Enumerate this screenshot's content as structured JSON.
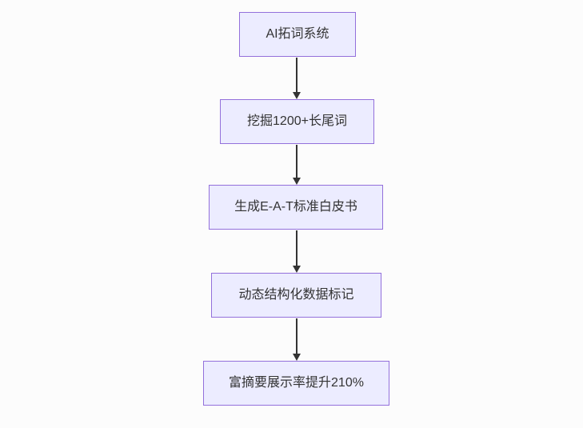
{
  "flowchart": {
    "type": "flowchart",
    "direction": "top-down",
    "nodes": [
      {
        "label": "AI拓词系统"
      },
      {
        "label": "挖掘1200+长尾词"
      },
      {
        "label": "生成E-A-T标准白皮书"
      },
      {
        "label": "动态结构化数据标记"
      },
      {
        "label": "富摘要展示率提升210%"
      }
    ],
    "edges": [
      {
        "from": 0,
        "to": 1,
        "style": "arrow"
      },
      {
        "from": 1,
        "to": 2,
        "style": "arrow"
      },
      {
        "from": 2,
        "to": 3,
        "style": "arrow"
      },
      {
        "from": 3,
        "to": 4,
        "style": "arrow"
      }
    ],
    "colors": {
      "node_fill": "#ECECFF",
      "node_border": "#9370DB",
      "node_text": "#333333",
      "arrow": "#333333",
      "background": "#FCFCFC"
    }
  }
}
